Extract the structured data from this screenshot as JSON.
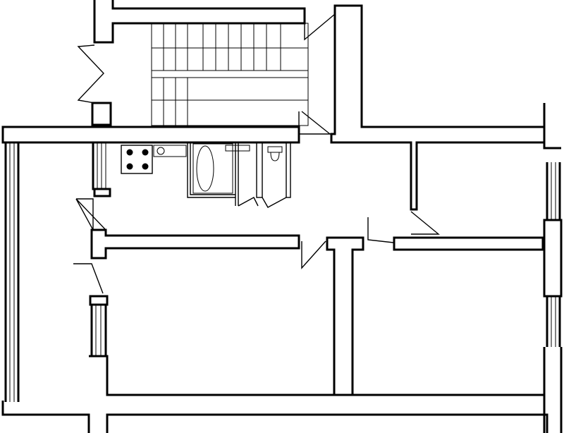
{
  "diagram": {
    "type": "floor-plan",
    "colors": {
      "line": "#000000",
      "background": "#ffffff"
    },
    "elements": [
      "staircase",
      "kitchen-stove",
      "bathtub",
      "toilet",
      "balcony",
      "windows",
      "doors"
    ]
  }
}
